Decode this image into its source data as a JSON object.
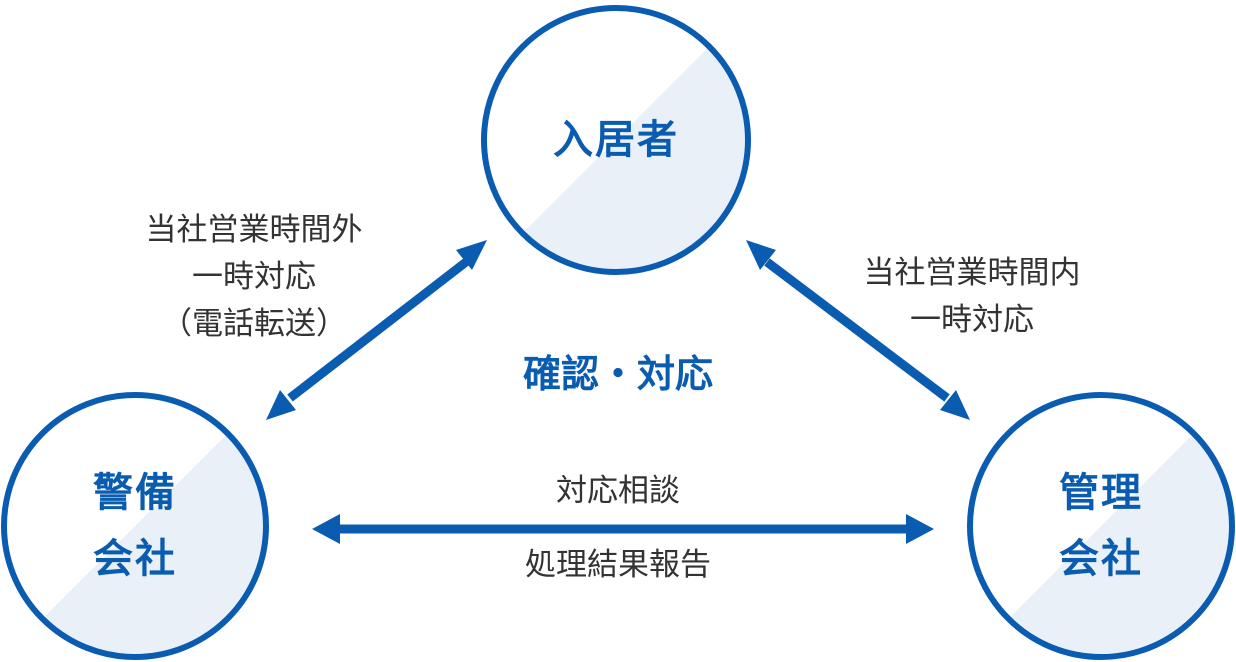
{
  "nodes": {
    "resident": {
      "line1": "入居者"
    },
    "security": {
      "line1": "警備",
      "line2": "会社"
    },
    "management": {
      "line1": "管理",
      "line2": "会社"
    }
  },
  "links": {
    "left": {
      "line1": "当社営業時間外",
      "line2": "一時対応",
      "line3": "（電話転送）"
    },
    "right": {
      "line1": "当社営業時間内",
      "line2": "一時対応"
    },
    "bottom": {
      "top": "対応相談",
      "bottom": "処理結果報告"
    }
  },
  "center": {
    "label": "確認・対応"
  },
  "colors": {
    "accent": "#0a5cb0",
    "fill": "#e9f0f7",
    "text": "#333333"
  }
}
